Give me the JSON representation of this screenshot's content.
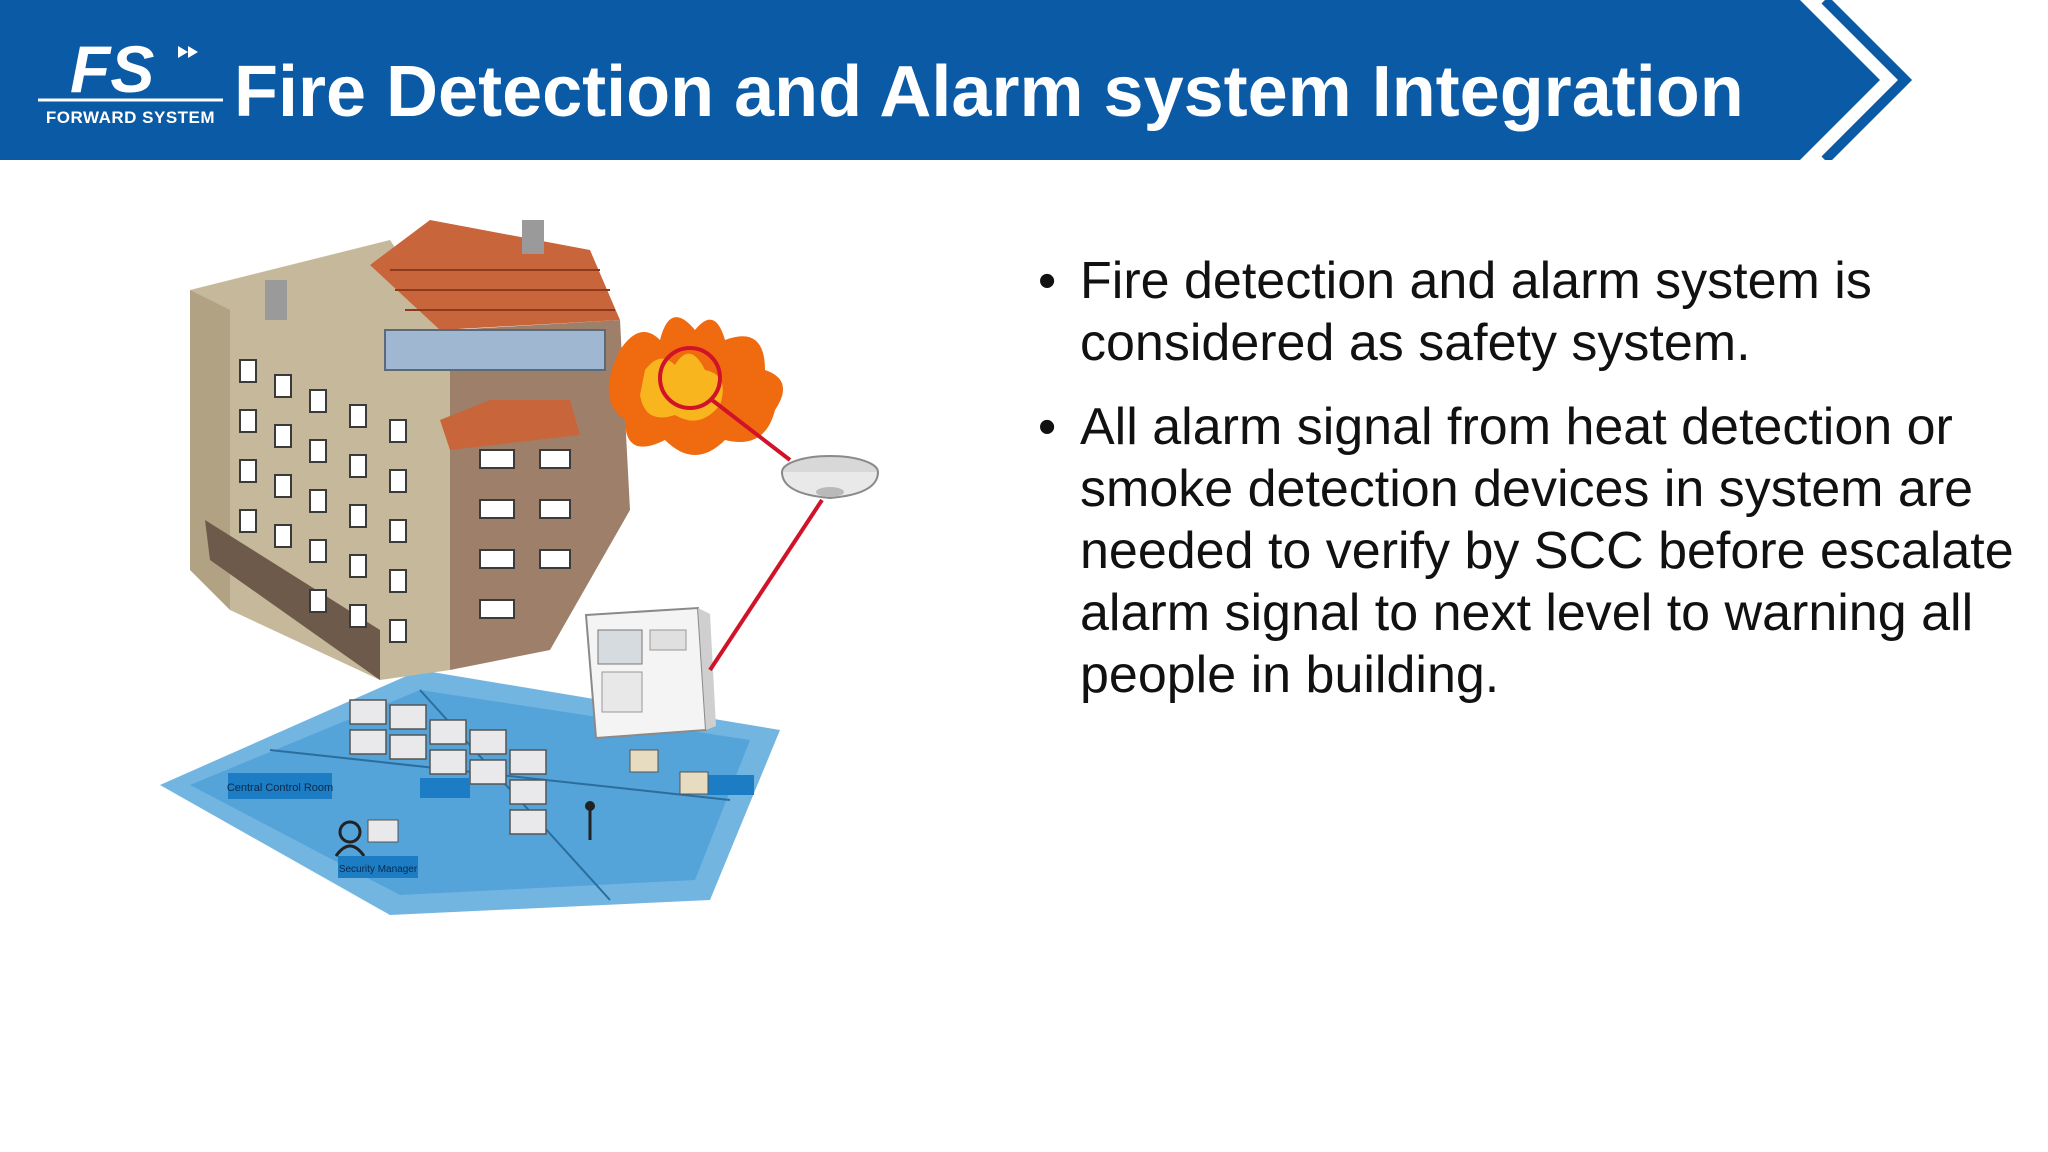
{
  "header": {
    "logo_mark": "FS",
    "logo_caption": "FORWARD SYSTEM",
    "title": "Fire Detection and Alarm system Integration",
    "band_color": "#0a5aa6"
  },
  "illustration": {
    "labels": [
      "Central Control Room",
      "Security Manager"
    ]
  },
  "content": {
    "bullets": [
      "Fire detection and alarm system is considered as safety system.",
      "All alarm signal from heat detection or smoke detection devices in system are needed to verify by SCC  before escalate alarm signal to next level to warning all people in building."
    ]
  }
}
